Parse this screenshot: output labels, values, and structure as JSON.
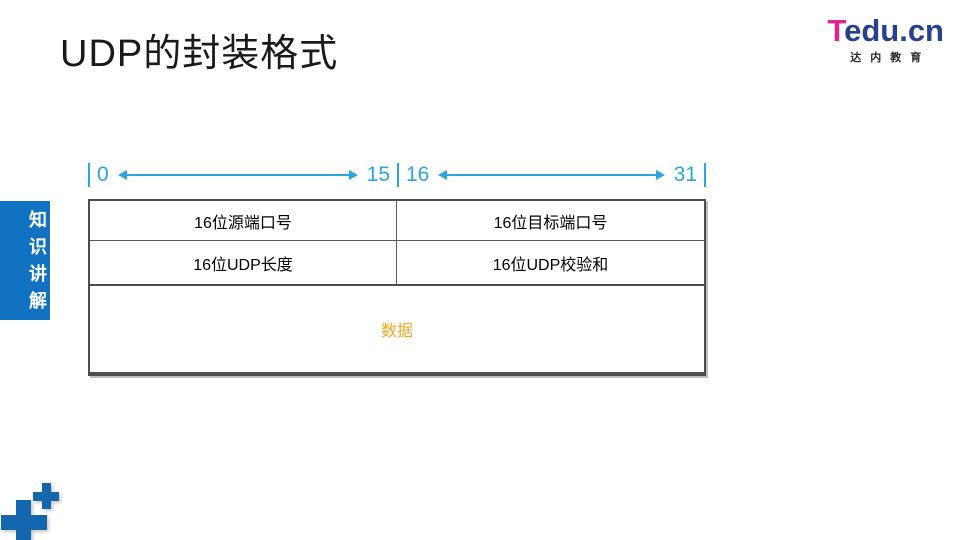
{
  "slide": {
    "title": "UDP的封装格式",
    "side_tab_label": "知识讲解"
  },
  "logo": {
    "brand_t": "T",
    "brand_rest": "edu.cn",
    "subtitle": "达内教育",
    "colors": {
      "pink": "#e5228c",
      "navy": "#28418f"
    }
  },
  "diagram": {
    "bit_ruler": {
      "left_start": "0",
      "left_end": "15",
      "right_start": "16",
      "right_end": "31"
    },
    "header_fields": {
      "row1_col1": "16位源端口号",
      "row1_col2": "16位目标端口号",
      "row2_col1": "16位UDP长度",
      "row2_col2": "16位UDP校验和"
    },
    "data_label": "数据",
    "colors": {
      "ruler_blue": "#2aa5df",
      "data_orange": "#f5a623",
      "border_gray": "#4d4d4d",
      "tab_blue": "#1272c2",
      "plus_blue": "#1467ae"
    }
  }
}
